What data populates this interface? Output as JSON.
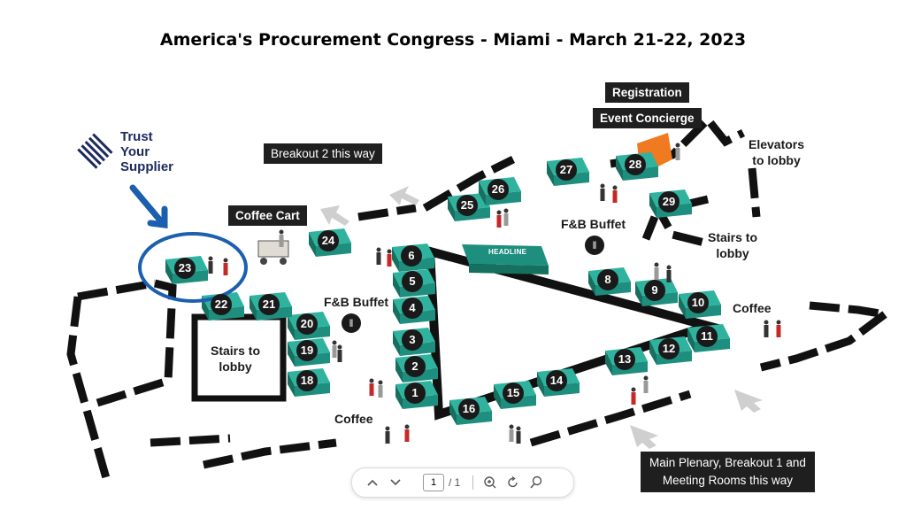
{
  "title": "America's Procurement Congress - Miami - March 21-22, 2023",
  "signs": {
    "breakout2": "Breakout 2 this way",
    "coffee_cart": "Coffee Cart",
    "registration": "Registration",
    "event_concierge": "Event Concierge",
    "main_plenary_line1": "Main Plenary, Breakout 1 and",
    "main_plenary_line2": "Meeting Rooms this way"
  },
  "areas": {
    "fb_buffet_1": "F&B Buffet",
    "fb_buffet_2": "F&B Buffet",
    "coffee_1": "Coffee",
    "coffee_2": "Coffee",
    "stairs_1_line1": "Stairs to",
    "stairs_1_line2": "lobby",
    "stairs_2_line1": "Stairs to",
    "stairs_2_line2": "lobby",
    "elevators_line1": "Elevators",
    "elevators_line2": "to lobby",
    "headline": "HEADLINE"
  },
  "logo": {
    "line1": "Trust",
    "line2": "Your",
    "line3": "Supplier",
    "icon": "diamond-stripes-icon",
    "highlighted_booth": "23"
  },
  "booths": [
    "1",
    "2",
    "3",
    "4",
    "5",
    "6",
    "8",
    "9",
    "10",
    "11",
    "12",
    "13",
    "14",
    "15",
    "16",
    "18",
    "19",
    "20",
    "21",
    "22",
    "23",
    "24",
    "25",
    "26",
    "27",
    "28",
    "29"
  ],
  "viewer": {
    "page_current": "1",
    "page_total": "/ 1",
    "icons": [
      "chevron-up-icon",
      "chevron-down-icon",
      "zoom-in-icon",
      "rotate-icon",
      "search-icon"
    ]
  },
  "colors": {
    "booth_teal": "#1e8f7e",
    "booth_top": "#2fb39f",
    "walls": "#111111",
    "highlight_blue": "#1b5fae",
    "registration_desk": "#f07a21"
  }
}
